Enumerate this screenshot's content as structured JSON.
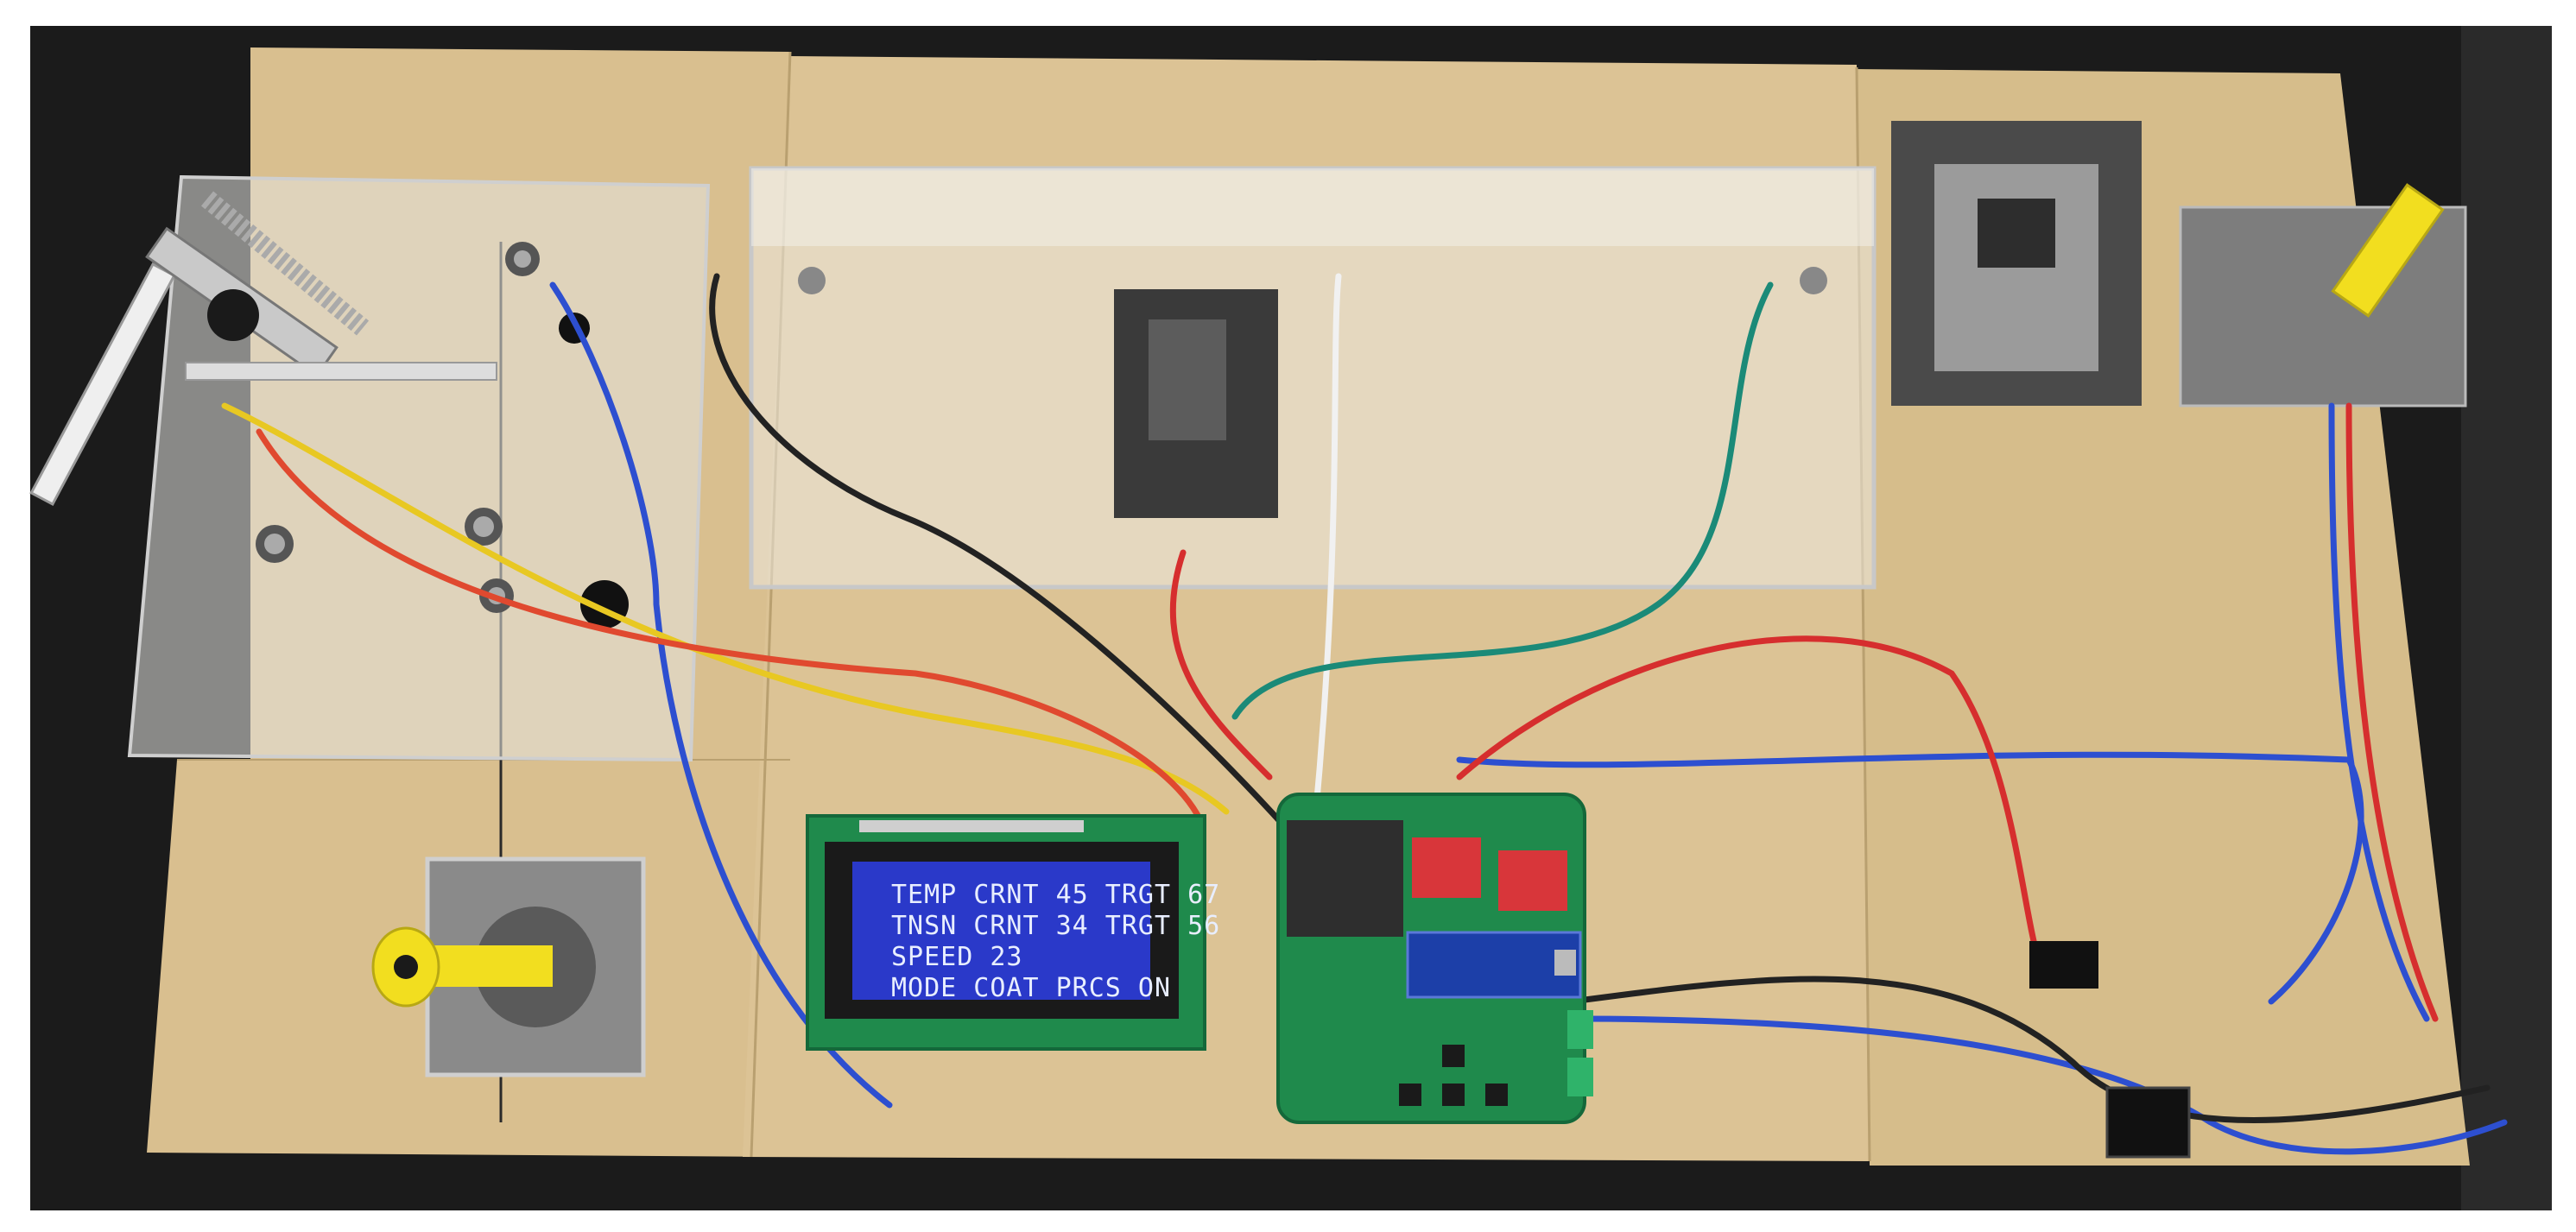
{
  "lcd": {
    "lines": [
      "TEMP CRNT 45 TRGT 67",
      "TNSN CRNT 34 TRGT 56",
      "SPEED 23",
      "MODE COAT  PRCS ON"
    ]
  },
  "colors": {
    "table_black": "#1a1a1a",
    "board_tan": "#dcc395",
    "lcd_blue": "#2a39c9",
    "pcb_green": "#1f8a4c",
    "stepper_yellow": "#f2de1f",
    "driver_red": "#d8363a",
    "nano_blue": "#1c3fa8"
  }
}
